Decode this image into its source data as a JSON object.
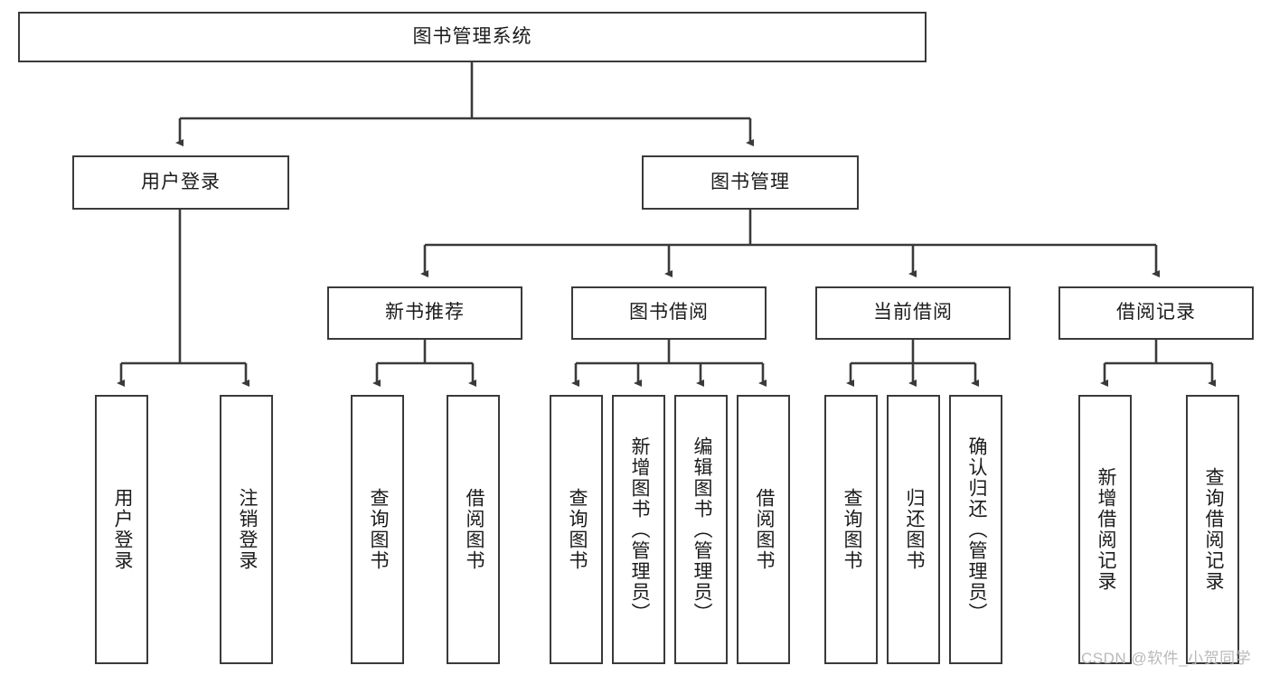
{
  "diagram": {
    "type": "tree",
    "title": "图书管理系统",
    "orientation": "top-down",
    "colors": {
      "box_border": "#3a3a3a",
      "box_fill": "#ffffff",
      "connector": "#3a3a3a",
      "text": "#1b1b1b",
      "watermark": "#b9b9b9"
    },
    "levels": {
      "root": {
        "label": "图书管理系统"
      },
      "level2": [
        {
          "label": "用户登录"
        },
        {
          "label": "图书管理"
        }
      ],
      "level3": [
        {
          "label": "新书推荐"
        },
        {
          "label": "图书借阅"
        },
        {
          "label": "当前借阅"
        },
        {
          "label": "借阅记录"
        }
      ],
      "leaves": {
        "user_login": [
          {
            "label": "用户登录"
          },
          {
            "label": "注销登录"
          }
        ],
        "new_book_recommend": [
          {
            "label": "查询图书"
          },
          {
            "label": "借阅图书"
          }
        ],
        "book_borrow": [
          {
            "label": "查询图书"
          },
          {
            "label": "新增图书（管理员）"
          },
          {
            "label": "编辑图书（管理员）"
          },
          {
            "label": "借阅图书"
          }
        ],
        "current_borrow": [
          {
            "label": "查询图书"
          },
          {
            "label": "归还图书"
          },
          {
            "label": "确认归还（管理员）"
          }
        ],
        "borrow_record": [
          {
            "label": "新增借阅记录"
          },
          {
            "label": "查询借阅记录"
          }
        ]
      }
    }
  },
  "watermark": {
    "text": "CSDN @软件_小贺同学"
  }
}
